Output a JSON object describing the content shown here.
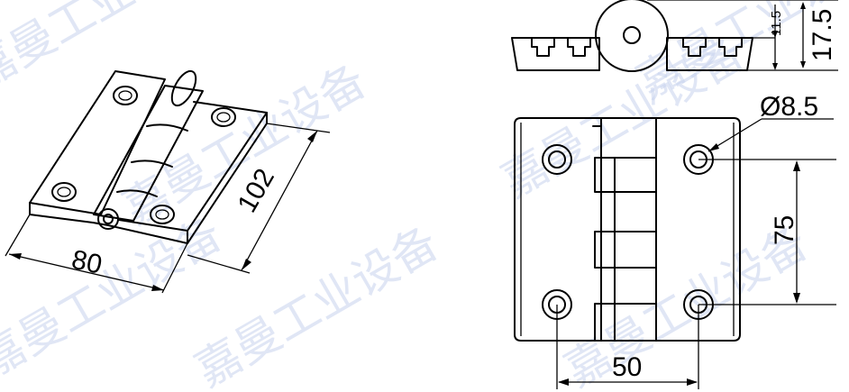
{
  "watermark": {
    "text": "嘉曼工业设备",
    "color": "#c7d3ee"
  },
  "dimensions": {
    "width": "80",
    "length": "102",
    "hole_diameter": "Ø8.5",
    "vertical_hole_spacing": "75",
    "horizontal_hole_spacing": "50",
    "leaf_thickness": "11.5",
    "overall_thickness": "17.5"
  },
  "colors": {
    "line": "#000000",
    "background": "#ffffff"
  }
}
